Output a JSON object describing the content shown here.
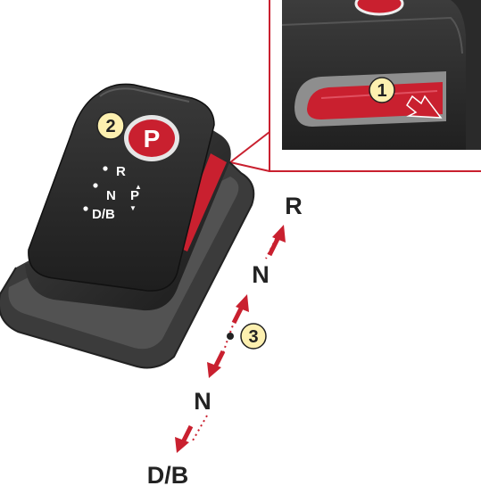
{
  "selector": {
    "park_button_label": "P",
    "positions": [
      "R",
      "N",
      "D/B"
    ],
    "indicator_label": "P",
    "indicator_arrows": [
      "▲",
      "▼"
    ]
  },
  "callouts": {
    "one": "1",
    "two": "2",
    "three": "3"
  },
  "shift_sequence": {
    "top": "R",
    "upper_middle": "N",
    "lower_middle": "N",
    "bottom": "D/B"
  },
  "colors": {
    "accent_red": "#c9202f",
    "callout_fill": "#fdf0b0",
    "body_dark": "#2b2b2b"
  }
}
